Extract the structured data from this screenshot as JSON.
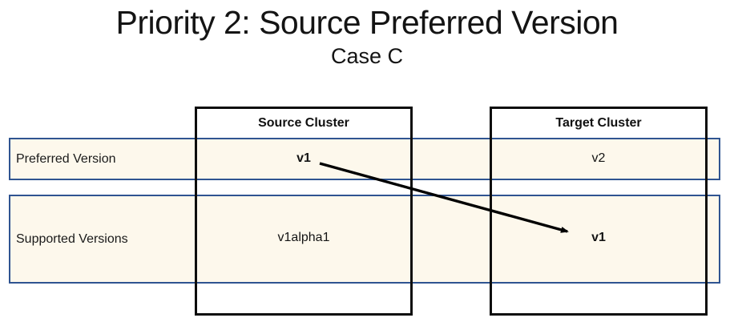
{
  "title": "Priority 2: Source Preferred Version",
  "subtitle": "Case C",
  "rows": [
    {
      "label": "Preferred Version"
    },
    {
      "label": "Supported Versions"
    }
  ],
  "clusters": [
    {
      "name": "Source Cluster",
      "preferred_version": "v1",
      "supported_versions": "v1alpha1"
    },
    {
      "name": "Target Cluster",
      "preferred_version": "v2",
      "supported_versions": "v1"
    }
  ],
  "arrow": {
    "from_label": "v1",
    "to_label": "v1"
  },
  "colors": {
    "row_fill": "#FDF8EC",
    "row_border": "#2F5491",
    "cluster_border": "#0D0D0D",
    "arrow": "#000000",
    "text": "#141414"
  }
}
